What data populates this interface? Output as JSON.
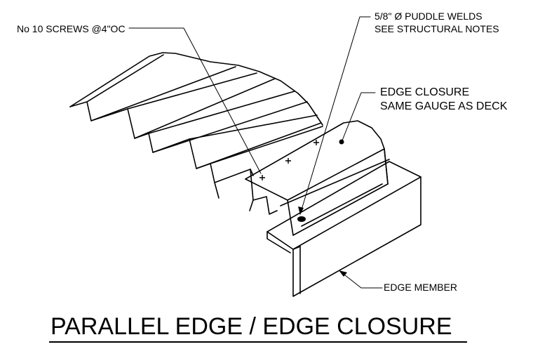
{
  "labels": {
    "screws": "No 10 SCREWS @4\"OC",
    "welds_line1": "5/8\" Ø PUDDLE WELDS",
    "welds_line2": "SEE STRUCTURAL NOTES",
    "closure_line1": "EDGE CLOSURE",
    "closure_line2": "SAME GAUGE AS DECK",
    "edge_member": "EDGE MEMBER"
  },
  "title": "PARALLEL EDGE / EDGE CLOSURE",
  "colors": {
    "line": "#000000",
    "background": "#ffffff"
  }
}
